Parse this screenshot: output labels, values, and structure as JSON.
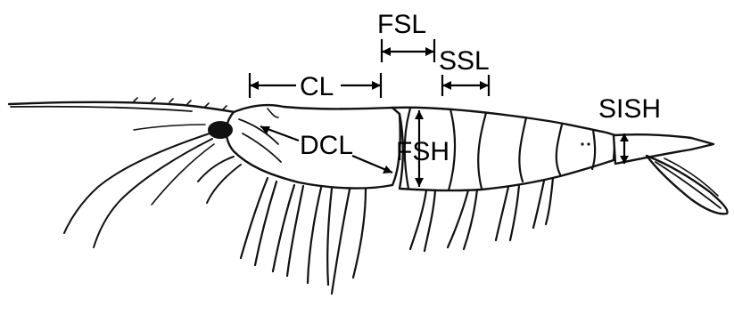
{
  "diagram": {
    "subject": "shrimp lateral view with body measurements",
    "labels": {
      "fsl": "FSL",
      "ssl": "SSL",
      "cl": "CL",
      "dcl": "DCL",
      "fsh": "FSH",
      "sish": "SISH"
    },
    "colors": {
      "ink": "#111111",
      "background": "#ffffff"
    }
  }
}
